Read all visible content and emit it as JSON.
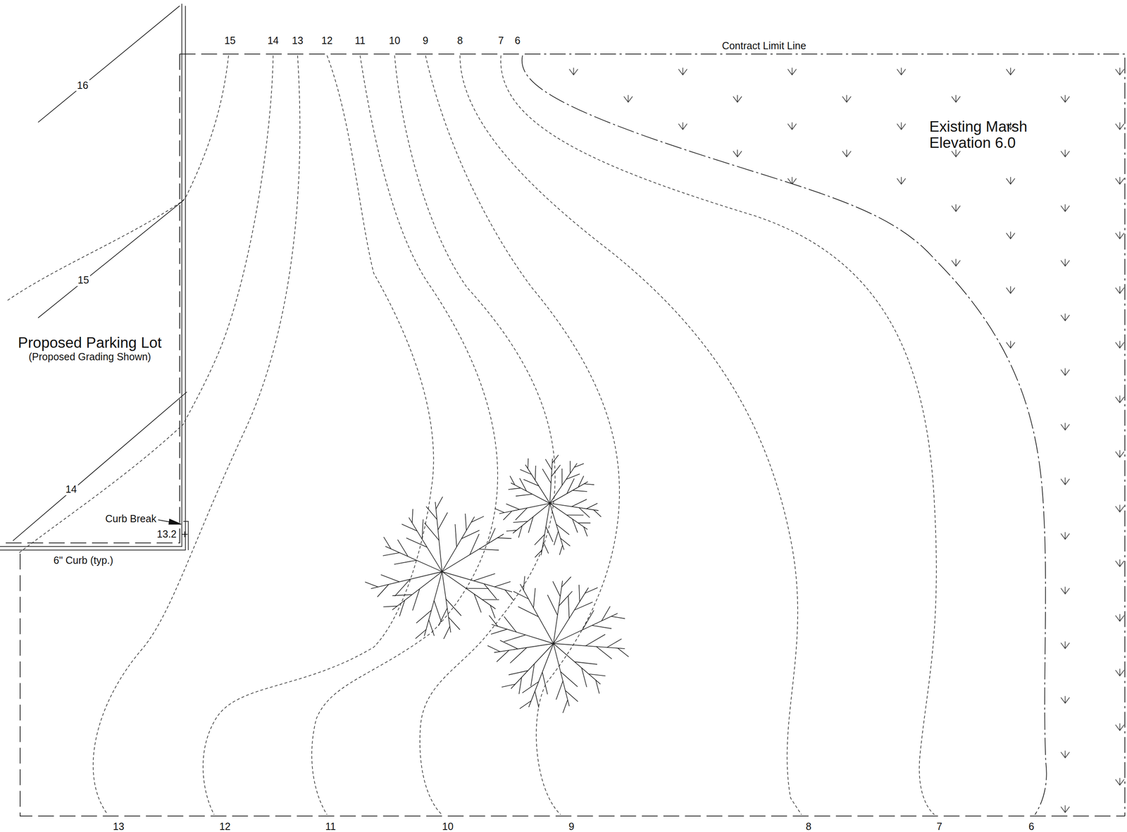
{
  "diagram": {
    "nodes": [
      {
        "text": [
          "Proposed Parking Lot",
          "(Proposed Grading Shown)"
        ]
      },
      {
        "text": [
          "Existing Marsh Elevation 6.0"
        ]
      }
    ],
    "labels": [
      "15",
      "14",
      "13",
      "12",
      "11",
      "10",
      "9",
      "8",
      "7",
      "6",
      "Contract Limit Line",
      "16",
      "15",
      "14",
      "Curb Break",
      "13.2",
      "6\" Curb (typ.)",
      "13",
      "12",
      "11",
      "10",
      "9",
      "8",
      "7",
      "6"
    ]
  }
}
